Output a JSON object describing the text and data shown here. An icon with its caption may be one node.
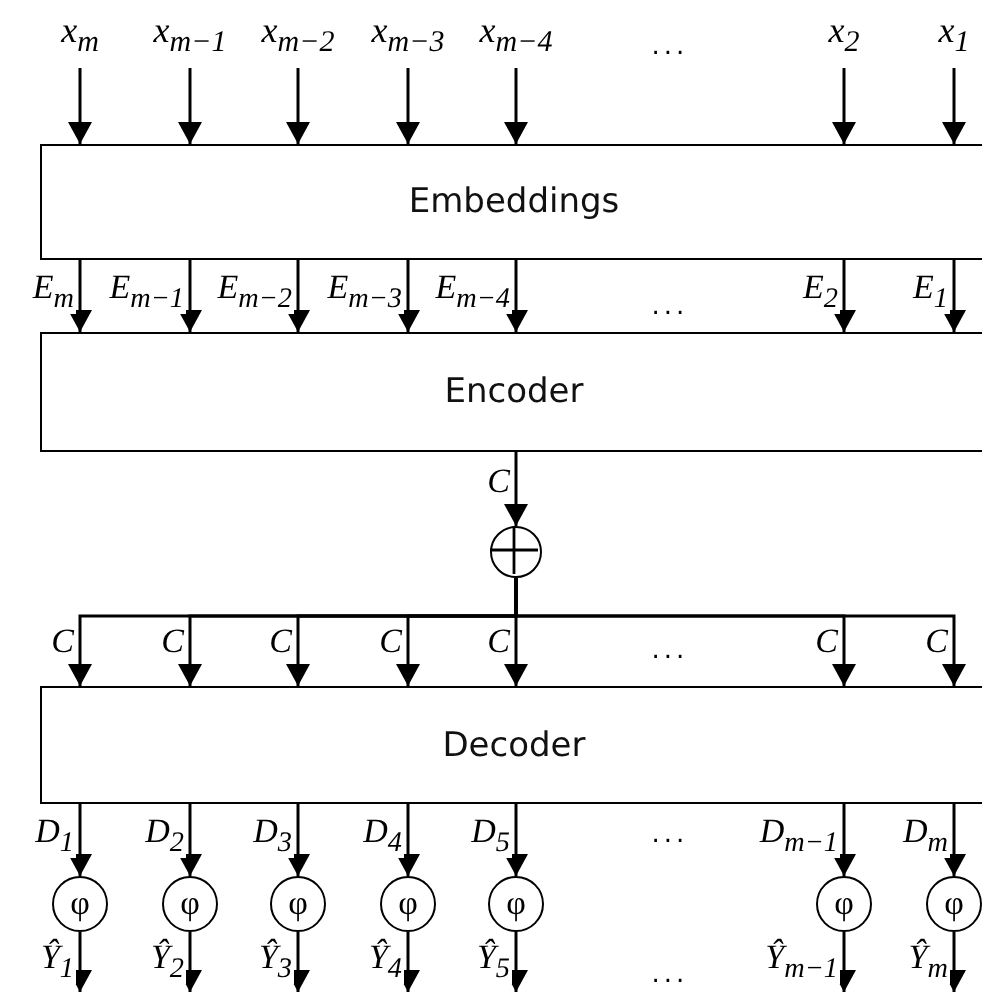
{
  "diagram": {
    "nodes": [
      {
        "text": [
          "x$_{m}$"
        ]
      },
      {
        "text": [
          "x$_{m−1}$"
        ]
      },
      {
        "text": [
          "x$_{m−2}$"
        ]
      },
      {
        "text": [
          "x$_{m−3}$"
        ]
      },
      {
        "text": [
          "x$_{m−4}$"
        ]
      },
      {
        "text": [
          "x$_{2}$"
        ]
      },
      {
        "text": [
          "x$_{1}$"
        ]
      },
      {
        "text": [
          "Embeddings"
        ]
      },
      {
        "text": [
          "Encoder"
        ]
      },
      {
        "text": [],
        "shape": "circle"
      },
      {
        "text": [
          "Decoder"
        ]
      },
      {
        "text": [
          "φ"
        ]
      },
      {
        "text": [
          "φ"
        ]
      },
      {
        "text": [
          "φ"
        ]
      },
      {
        "text": [
          "φ"
        ]
      },
      {
        "text": [
          "φ"
        ]
      },
      {
        "text": [
          "φ"
        ]
      },
      {
        "text": [
          "φ"
        ]
      }
    ],
    "edges": [
      {
        "from": 0,
        "to": 7,
        "arrow": "to"
      },
      {
        "from": 1,
        "to": 7,
        "arrow": "to"
      },
      {
        "from": 2,
        "to": 7,
        "arrow": "to"
      },
      {
        "from": 3,
        "to": 7,
        "arrow": "to"
      },
      {
        "from": 4,
        "to": 7,
        "arrow": "to"
      },
      {
        "from": 5,
        "to": 7,
        "arrow": "to"
      },
      {
        "from": 6,
        "to": 7,
        "arrow": "to"
      },
      {
        "from": 7,
        "to": 8,
        "arrow": "to",
        "label": "E$_{m}$"
      },
      {
        "from": 7,
        "to": 8,
        "arrow": "to",
        "label": "E$_{m−1}$"
      },
      {
        "from": 7,
        "to": 8,
        "arrow": "to",
        "label": "E$_{m−2}$"
      },
      {
        "from": 7,
        "to": 8,
        "arrow": "to",
        "label": "E$_{m−3}$"
      },
      {
        "from": 7,
        "to": 8,
        "arrow": "to",
        "label": "E$_{m−4}$"
      },
      {
        "from": 7,
        "to": 8,
        "arrow": "to",
        "label": "E$_{2}$"
      },
      {
        "from": 7,
        "to": 8,
        "arrow": "to",
        "label": "E$_{1}$"
      },
      {
        "from": 8,
        "to": 9,
        "arrow": "to",
        "label": "C"
      },
      {
        "from": 9,
        "to": 10,
        "arrow": "to",
        "label": "C"
      },
      {
        "from": 9,
        "to": 10,
        "arrow": "to",
        "label": "C"
      },
      {
        "from": 9,
        "to": 10,
        "arrow": "to",
        "label": "C"
      },
      {
        "from": 9,
        "to": 10,
        "arrow": "to",
        "label": "C"
      },
      {
        "from": 9,
        "to": 10,
        "arrow": "to",
        "label": "C"
      },
      {
        "from": 9,
        "to": 10,
        "arrow": "to",
        "label": "C"
      },
      {
        "from": 9,
        "to": 10,
        "arrow": "to",
        "label": "C"
      },
      {
        "from": 10,
        "to": 11,
        "arrow": "to",
        "label": "D$_{1}$"
      },
      {
        "from": 10,
        "to": 12,
        "arrow": "to",
        "label": "D$_{2}$"
      },
      {
        "from": 10,
        "to": 13,
        "arrow": "to",
        "label": "D$_{3}$"
      },
      {
        "from": 10,
        "to": 14,
        "arrow": "to",
        "label": "D$_{4}$"
      },
      {
        "from": 10,
        "to": 15,
        "arrow": "to",
        "label": "D$_{5}$"
      },
      {
        "from": 10,
        "to": 16,
        "arrow": "to",
        "label": "D$_{m−1}$"
      },
      {
        "from": 10,
        "to": 17,
        "arrow": "to",
        "label": "D$_{m}$"
      },
      {
        "from": 11,
        "to": null,
        "arrow": "to",
        "label": "Ŷ$_{1}$"
      },
      {
        "from": 12,
        "to": null,
        "arrow": "to",
        "label": "Ŷ$_{2}$"
      },
      {
        "from": 13,
        "to": null,
        "arrow": "to",
        "label": "Ŷ$_{3}$"
      },
      {
        "from": 14,
        "to": null,
        "arrow": "to",
        "label": "Ŷ$_{4}$"
      },
      {
        "from": 15,
        "to": null,
        "arrow": "to",
        "label": "Ŷ$_{5}$"
      },
      {
        "from": 16,
        "to": null,
        "arrow": "to",
        "label": "Ŷ$_{m−1}$"
      },
      {
        "from": 17,
        "to": null,
        "arrow": "to",
        "label": "Ŷ$_{m}$"
      }
    ],
    "labels": [
      "...",
      "...",
      "...",
      "...",
      "..."
    ]
  }
}
